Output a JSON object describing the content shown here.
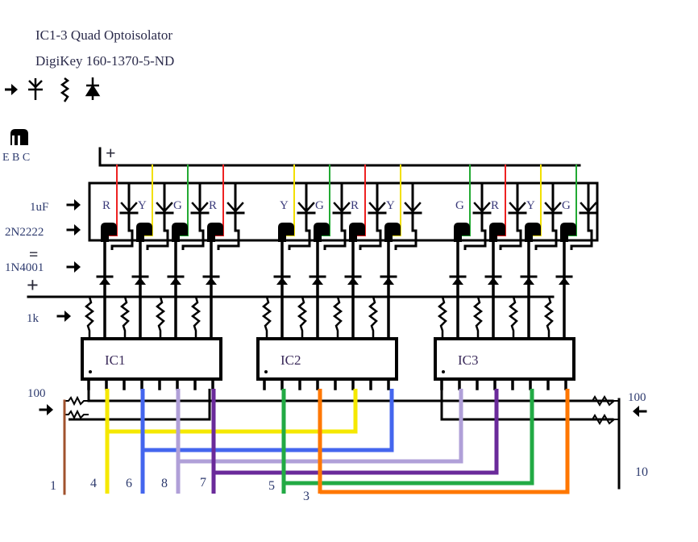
{
  "header": {
    "title_line1": "IC1-3 Quad Optoisolator",
    "title_line2": "DigiKey 160-1370-5-ND"
  },
  "legend_symbols": [
    "arrow-icon",
    "phototransistor-icon",
    "resistor-icon",
    "diode-icon"
  ],
  "transistor_pinout": {
    "icon": "transistor-icon",
    "label": "E B C"
  },
  "rails": {
    "positive_top": "+",
    "negative": "=",
    "positive_mid": "+"
  },
  "component_labels": {
    "capacitor": "1uF",
    "transistor": "2N2222",
    "diode": "1N4001",
    "resistor": "1k",
    "resistor_left": "100",
    "resistor_right": "100"
  },
  "leds": [
    {
      "label": "R",
      "color": "#ee2222"
    },
    {
      "label": "Y",
      "color": "#f2e000"
    },
    {
      "label": "G",
      "color": "#22aa33"
    },
    {
      "label": "R",
      "color": "#ee2222"
    },
    {
      "label": "Y",
      "color": "#f2e000"
    },
    {
      "label": "G",
      "color": "#22aa33"
    },
    {
      "label": "R",
      "color": "#ee2222"
    },
    {
      "label": "Y",
      "color": "#f2e000"
    },
    {
      "label": "G",
      "color": "#22aa33"
    },
    {
      "label": "R",
      "color": "#ee2222"
    },
    {
      "label": "Y",
      "color": "#f2e000"
    },
    {
      "label": "G",
      "color": "#22aa33"
    }
  ],
  "ics": [
    {
      "label": "IC1"
    },
    {
      "label": "IC2"
    },
    {
      "label": "IC3"
    }
  ],
  "wires": [
    {
      "label": "1",
      "color": "#a0522d"
    },
    {
      "label": "4",
      "color": "#f5e800"
    },
    {
      "label": "6",
      "color": "#4466ee"
    },
    {
      "label": "8",
      "color": "#b0a0d8"
    },
    {
      "label": "7",
      "color": "#6a2a9a"
    },
    {
      "label": "5",
      "color": "#22aa44"
    },
    {
      "label": "3",
      "color": "#ff7700"
    },
    {
      "label": "10",
      "color": "#000000"
    }
  ]
}
